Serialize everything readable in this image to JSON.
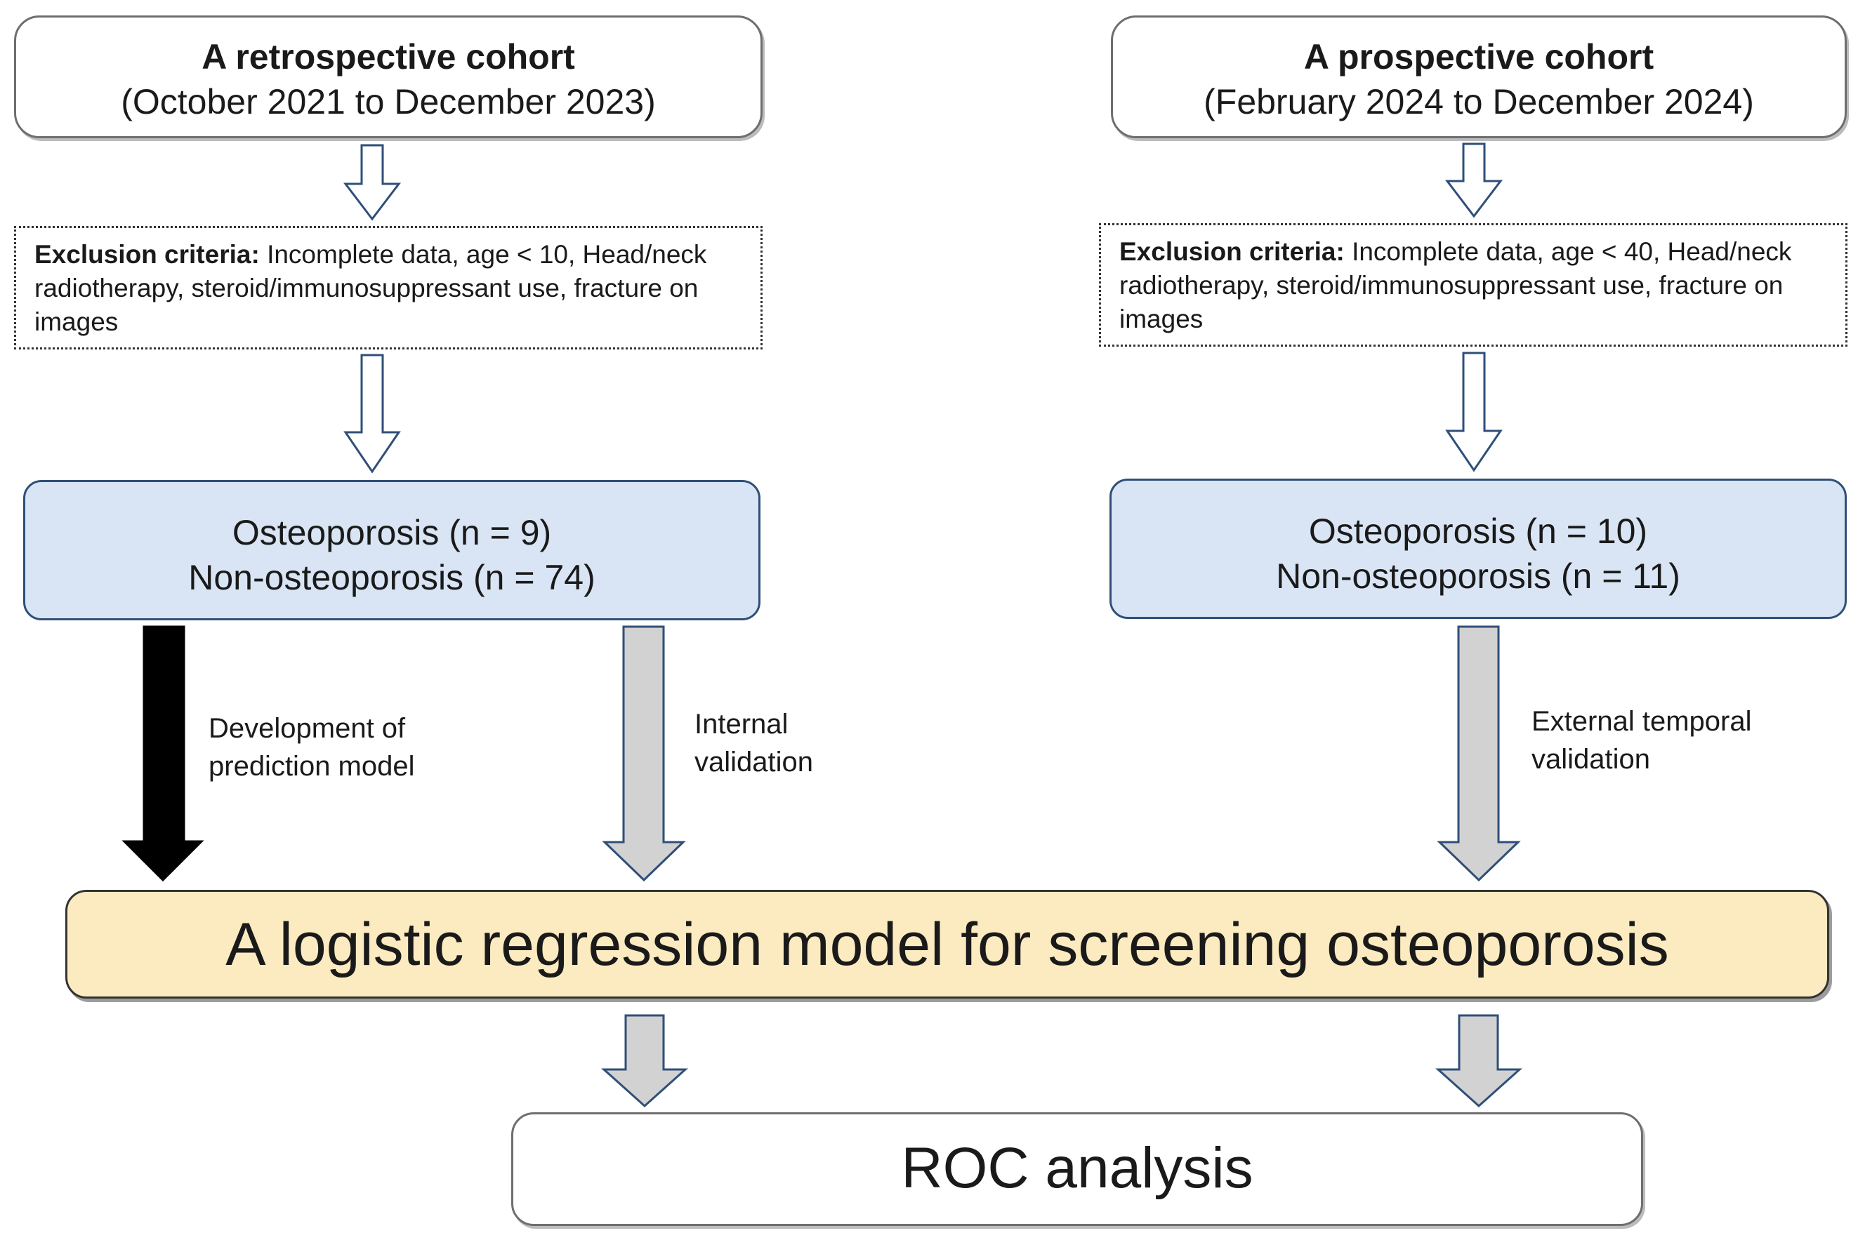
{
  "retrospective": {
    "title": "A retrospective cohort",
    "dates": "(October 2021 to December 2023)",
    "exclusion_label": "Exclusion criteria:",
    "exclusion_text": " Incomplete data, age < 10, Head/neck radiotherapy, steroid/immunosuppressant use, fracture on images",
    "osteoporosis": "Osteoporosis (n = 9)",
    "non_osteoporosis": "Non-osteoporosis (n = 74)"
  },
  "prospective": {
    "title": "A prospective cohort",
    "dates": "(February 2024 to December 2024)",
    "exclusion_label": "Exclusion criteria:",
    "exclusion_text": " Incomplete data, age < 40, Head/neck radiotherapy, steroid/immunosuppressant use, fracture on images",
    "osteoporosis": "Osteoporosis (n = 10)",
    "non_osteoporosis": "Non-osteoporosis (n = 11)"
  },
  "labels": {
    "development": "Development of prediction model",
    "internal": "Internal validation",
    "external": "External temporal validation"
  },
  "model": "A logistic regression model for screening osteoporosis",
  "roc": "ROC analysis",
  "colors": {
    "group_fill": "#d9e5f5",
    "group_border": "#2f4f78",
    "model_fill": "#fcebc0",
    "development_arrow": "#000000",
    "validation_arrow": "#d2d2d2"
  }
}
